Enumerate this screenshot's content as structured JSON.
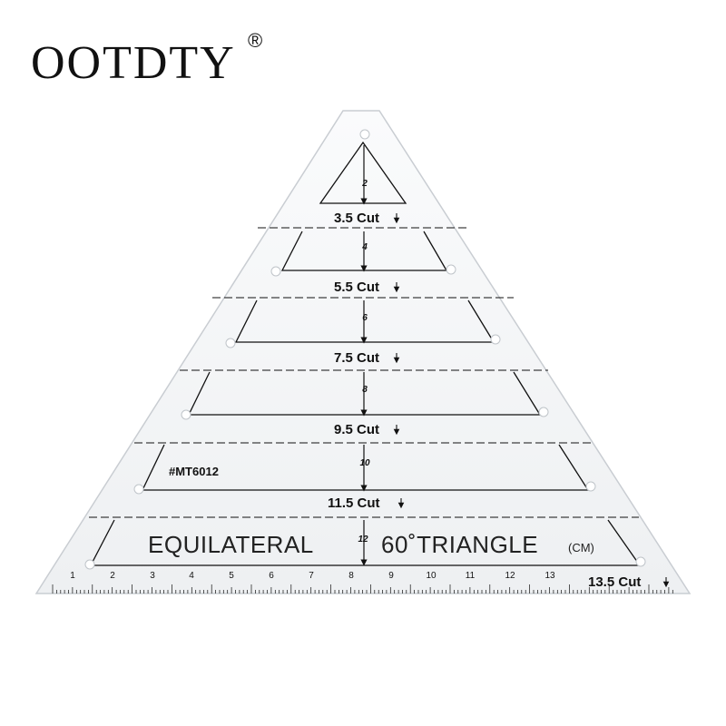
{
  "brand": {
    "name": "OOTDTY",
    "mark": "®"
  },
  "product": {
    "model": "#MT6012",
    "title_left": "EQUILATERAL",
    "title_right": "60˚TRIANGLE",
    "unit": "(CM)",
    "sections": [
      {
        "height": "2",
        "cut": "3.5 Cut"
      },
      {
        "height": "4",
        "cut": "5.5 Cut"
      },
      {
        "height": "6",
        "cut": "7.5 Cut"
      },
      {
        "height": "8",
        "cut": "9.5 Cut"
      },
      {
        "height": "10",
        "cut": "11.5 Cut"
      },
      {
        "height": "12",
        "cut": "13.5 Cut"
      }
    ],
    "scale": [
      "1",
      "2",
      "3",
      "4",
      "5",
      "6",
      "7",
      "8",
      "9",
      "10",
      "11",
      "12",
      "13"
    ],
    "colors": {
      "plastic": "#f4f5f6",
      "ink": "#111111",
      "edge": "#c9cdd2"
    }
  }
}
